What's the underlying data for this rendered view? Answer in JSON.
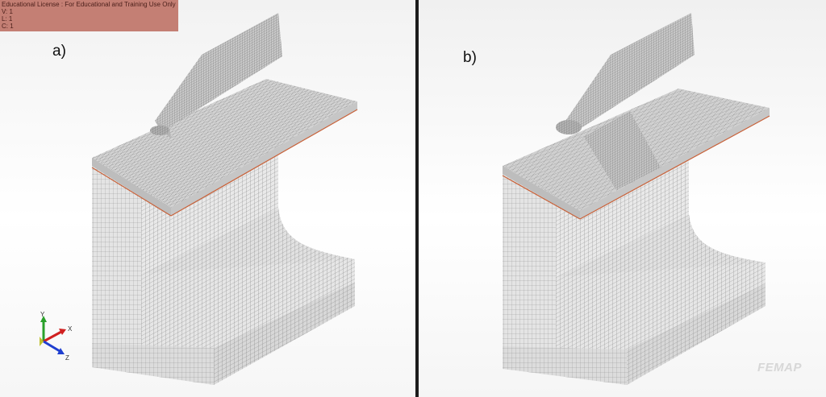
{
  "license": {
    "line1": "Educational License : For Educational and Training Use Only",
    "line2": "V: 1",
    "line3": "L: 1",
    "line4": "C: 1"
  },
  "panels": {
    "left_label": "a)",
    "right_label": "b)"
  },
  "triad": {
    "x": "X",
    "y": "Y",
    "z": "Z"
  },
  "watermark": "FEMAP",
  "colors": {
    "mesh_edge": "#6c6c6c",
    "mesh_fill": "#dedede",
    "plate_edge_highlight": "#c8623a",
    "divider": "#1c1c1c",
    "license_bg": "#c47f74"
  }
}
